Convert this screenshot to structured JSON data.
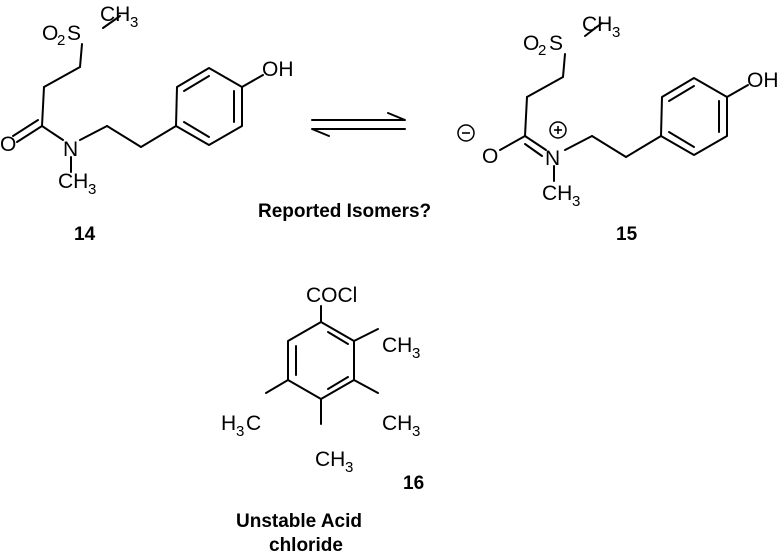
{
  "scheme": {
    "compound_14": {
      "label": "14",
      "atoms": {
        "sulfonyl_o": "O",
        "sulfonyl_o_sub": "2",
        "sulfur": "S",
        "methyl_c": "CH",
        "methyl_sub": "3",
        "oxygen": "O",
        "nitrogen": "N",
        "n_methyl_c": "CH",
        "n_methyl_sub": "3",
        "hydroxyl": "OH"
      }
    },
    "compound_15": {
      "label": "15",
      "atoms": {
        "sulfonyl_o": "O",
        "sulfonyl_o_sub": "2",
        "sulfur": "S",
        "methyl_c": "CH",
        "methyl_sub": "3",
        "oxygen": "O",
        "nitrogen": "N",
        "n_methyl_c": "CH",
        "n_methyl_sub": "3",
        "hydroxyl": "OH",
        "negative_charge": "−",
        "positive_charge": "+"
      }
    },
    "compound_16": {
      "label": "16",
      "atoms": {
        "acyl_chloride": "COCl",
        "methyl_a": "CH",
        "methyl_a_sub": "3",
        "methyl_b": "CH",
        "methyl_b_sub": "3",
        "methyl_c": "CH",
        "methyl_c_sub": "3",
        "methyl_d_h": "H",
        "methyl_d_sub": "3",
        "methyl_d_c": "C"
      }
    },
    "equilibrium_caption": "Reported Isomers?",
    "caption_16_line1": "Unstable  Acid",
    "caption_16_line2": "chloride"
  }
}
